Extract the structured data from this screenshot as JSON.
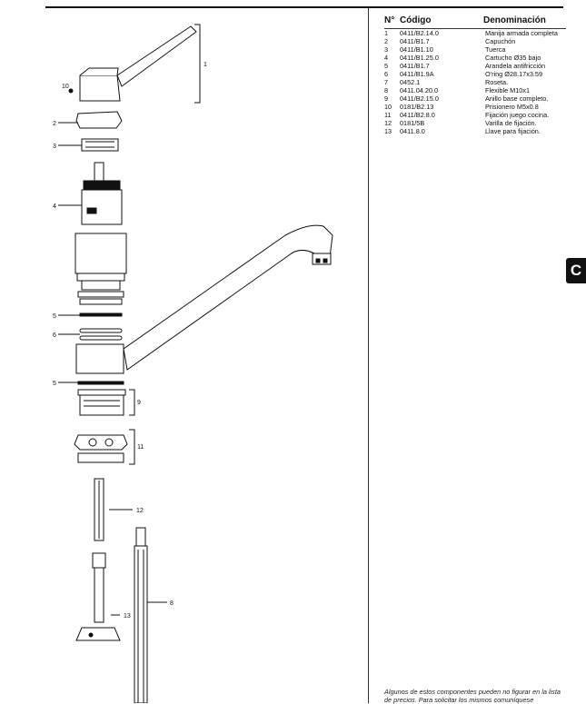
{
  "table": {
    "headers": {
      "number": "N°",
      "code": "Código",
      "name": "Denominación"
    },
    "rows": [
      {
        "n": "1",
        "code": "0411/B2.14.0",
        "name": "Manija armada completa"
      },
      {
        "n": "2",
        "code": "0411/B1.7",
        "name": "Capuchón"
      },
      {
        "n": "3",
        "code": "0411/B1.10",
        "name": "Tuerca"
      },
      {
        "n": "4",
        "code": "0411/B1.25.0",
        "name": "Cartucho Ø35 bajo"
      },
      {
        "n": "5",
        "code": "0411/B1.7",
        "name": "Arandela antifricción"
      },
      {
        "n": "6",
        "code": "0411/B1.9A",
        "name": "O'ring Ø28.17x3.59"
      },
      {
        "n": "7",
        "code": "0452.1",
        "name": "Roseta."
      },
      {
        "n": "8",
        "code": "0411.04.20.0",
        "name": "Flexible M10x1"
      },
      {
        "n": "9",
        "code": "0411/B2.15.0",
        "name": "Anillo base completo."
      },
      {
        "n": "10",
        "code": "0181/B2.13",
        "name": "Prisionero M5x0.8"
      },
      {
        "n": "11",
        "code": "0411/B2.8.0",
        "name": "Fijación juego cocina."
      },
      {
        "n": "12",
        "code": "0181/5B",
        "name": "Varilla de fijación."
      },
      {
        "n": "13",
        "code": "0411.8.0",
        "name": "Llave para fijación."
      }
    ]
  },
  "section_tab": "C",
  "footnote": "Algunos de estos componentes pueden no figurar en la lista de precios. Para solicitar los mismos comuníquese",
  "diagram": {
    "callouts": [
      "1",
      "10",
      "2",
      "3",
      "4",
      "5",
      "6",
      "5",
      "9",
      "11",
      "12",
      "13",
      "8"
    ]
  }
}
